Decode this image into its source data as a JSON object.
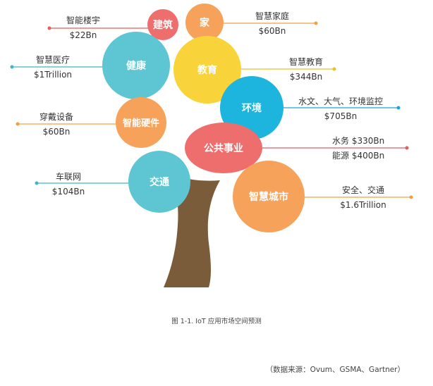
{
  "colors": {
    "trunk": "#7a5c3a",
    "red": "#ee6e6e",
    "orange": "#f7a25a",
    "teal": "#5ec6d2",
    "yellow": "#f8d43a",
    "blue": "#1db4dd",
    "line_red": "#e35d5d",
    "line_orange": "#f0a040",
    "line_teal": "#3fb6c4",
    "line_yellow": "#e8c22a",
    "line_blue": "#1aa7d4"
  },
  "nodes": {
    "building": {
      "name": "建筑",
      "app": "智能楼宇",
      "value": "$22Bn"
    },
    "home": {
      "name": "家",
      "app": "智慧家庭",
      "value": "$60Bn"
    },
    "health": {
      "name": "健康",
      "app": "智慧医疗",
      "value": "$1Trillion"
    },
    "education": {
      "name": "教育",
      "app": "智慧教育",
      "value": "$344Bn"
    },
    "environment": {
      "name": "环境",
      "app": "水文、大气、环境监控",
      "value": "$705Bn"
    },
    "hardware": {
      "name": "智能硬件",
      "app": "穿戴设备",
      "value": "$60Bn"
    },
    "utilities": {
      "name": "公共事业",
      "app": "水务 $330Bn",
      "value": "能源 $400Bn"
    },
    "transport": {
      "name": "交通",
      "app": "车联网",
      "value": "$104Bn"
    },
    "smart_city": {
      "name": "智慧城市",
      "app": "安全、交通",
      "value": "$1.6Trillion"
    }
  },
  "caption": "图 1-1. IoT 应用市场空间预测",
  "source": "（数据来源：Ovum、GSMA、Gartner）"
}
